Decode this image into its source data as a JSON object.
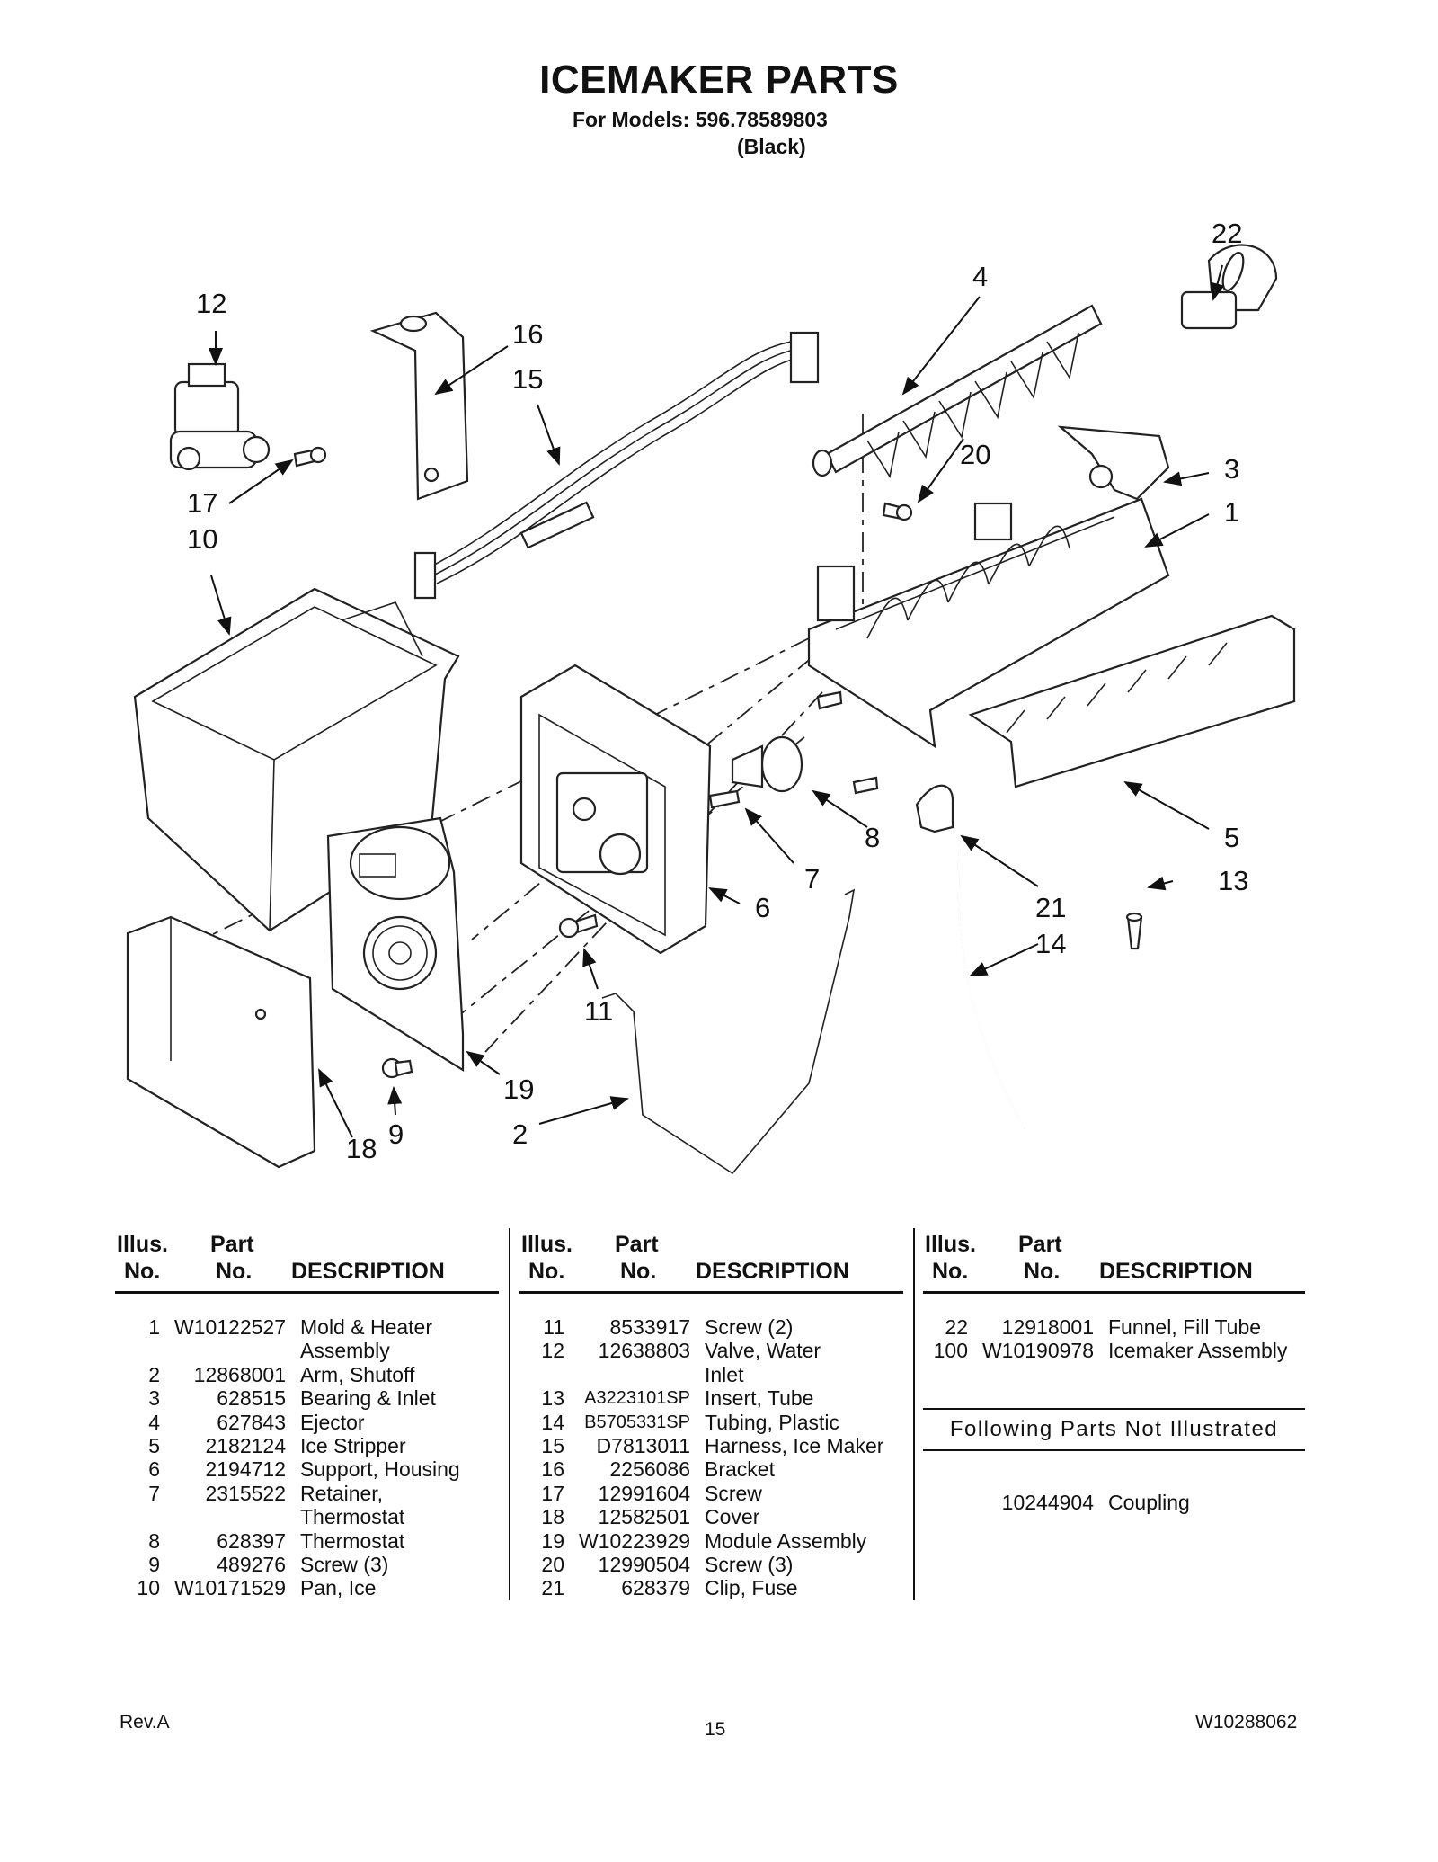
{
  "header": {
    "title": "ICEMAKER PARTS",
    "models_line": "For Models: 596.78589803",
    "color": "(Black)"
  },
  "diagram": {
    "callouts": [
      "1",
      "2",
      "3",
      "4",
      "5",
      "6",
      "7",
      "8",
      "9",
      "10",
      "11",
      "12",
      "13",
      "14",
      "15",
      "16",
      "17",
      "18",
      "19",
      "20",
      "21",
      "22"
    ]
  },
  "table": {
    "headers": {
      "illus_top": "Illus.",
      "illus_bottom": "No.",
      "part_top": "Part",
      "part_bottom": "No.",
      "description": "DESCRIPTION"
    },
    "columns": [
      [
        {
          "illus": "1",
          "part": "W10122527",
          "desc": "Mold & Heater\nAssembly"
        },
        {
          "illus": "2",
          "part": "12868001",
          "desc": "Arm, Shutoff"
        },
        {
          "illus": "3",
          "part": "628515",
          "desc": "Bearing & Inlet"
        },
        {
          "illus": "4",
          "part": "627843",
          "desc": "Ejector"
        },
        {
          "illus": "5",
          "part": "2182124",
          "desc": "Ice Stripper"
        },
        {
          "illus": "6",
          "part": "2194712",
          "desc": "Support, Housing"
        },
        {
          "illus": "7",
          "part": "2315522",
          "desc": "Retainer,\nThermostat"
        },
        {
          "illus": "8",
          "part": "628397",
          "desc": "Thermostat"
        },
        {
          "illus": "9",
          "part": "489276",
          "desc": "Screw (3)"
        },
        {
          "illus": "10",
          "part": "W10171529",
          "desc": "Pan, Ice"
        }
      ],
      [
        {
          "illus": "11",
          "part": "8533917",
          "desc": "Screw (2)"
        },
        {
          "illus": "12",
          "part": "12638803",
          "desc": "Valve, Water\nInlet"
        },
        {
          "illus": "13",
          "part": "A3223101SP",
          "desc": "Insert, Tube"
        },
        {
          "illus": "14",
          "part": "B5705331SP",
          "desc": "Tubing, Plastic"
        },
        {
          "illus": "15",
          "part": "D7813011",
          "desc": "Harness, Ice Maker"
        },
        {
          "illus": "16",
          "part": "2256086",
          "desc": "Bracket"
        },
        {
          "illus": "17",
          "part": "12991604",
          "desc": "Screw"
        },
        {
          "illus": "18",
          "part": "12582501",
          "desc": "Cover"
        },
        {
          "illus": "19",
          "part": "W10223929",
          "desc": "Module Assembly"
        },
        {
          "illus": "20",
          "part": "12990504",
          "desc": "Screw (3)"
        },
        {
          "illus": "21",
          "part": "628379",
          "desc": "Clip, Fuse"
        }
      ],
      [
        {
          "illus": "22",
          "part": "12918001",
          "desc": "Funnel, Fill Tube"
        },
        {
          "illus": "100",
          "part": "W10190978",
          "desc": "Icemaker Assembly"
        }
      ]
    ],
    "not_illustrated_label": "Following Parts Not Illustrated",
    "not_illustrated": [
      {
        "part": "10244904",
        "desc": "Coupling"
      }
    ]
  },
  "footer": {
    "revision": "Rev.A",
    "page_number": "15",
    "doc_number": "W10288062"
  }
}
